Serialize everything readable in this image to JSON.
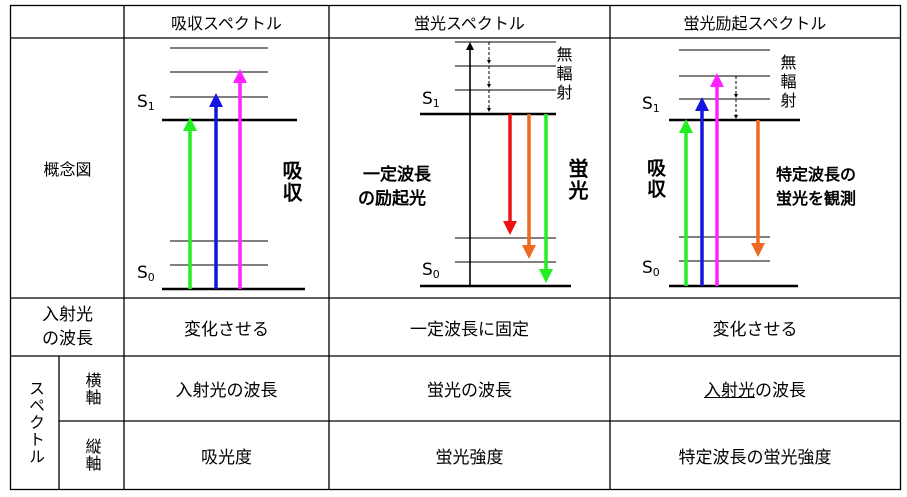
{
  "headers": {
    "col1": "吸収スペクトル",
    "col2": "蛍光スペクトル",
    "col3": "蛍光励起スペクトル"
  },
  "rows": {
    "concept": "概念図",
    "incident": "入射光の波長",
    "spectrum": "スペクトル",
    "horizontal": "横軸",
    "vertical": "縦軸"
  },
  "incident_values": [
    "変化させる",
    "一定波長に固定",
    "変化させる"
  ],
  "horizontal_values": {
    "col1": "入射光の波長",
    "col2": "蛍光の波長",
    "col3_underlined": "入射光",
    "col3_rest": "の波長"
  },
  "vertical_values": [
    "吸光度",
    "蛍光強度",
    "特定波長の蛍光強度"
  ],
  "diagram_labels": {
    "s1": "S",
    "s0": "S",
    "s1_sub": "1",
    "s0_sub": "0",
    "absorption": "吸収",
    "nonradiative": "無輻射",
    "excitation_light": "一定波長の励起光",
    "fluorescence": "蛍光",
    "detect_specific": "特定波長の蛍光を観測"
  },
  "colors": {
    "green": "#22ee22",
    "blue": "#1515e0",
    "magenta": "#ff22ff",
    "red": "#ee1111",
    "orange": "#ee6a22"
  }
}
